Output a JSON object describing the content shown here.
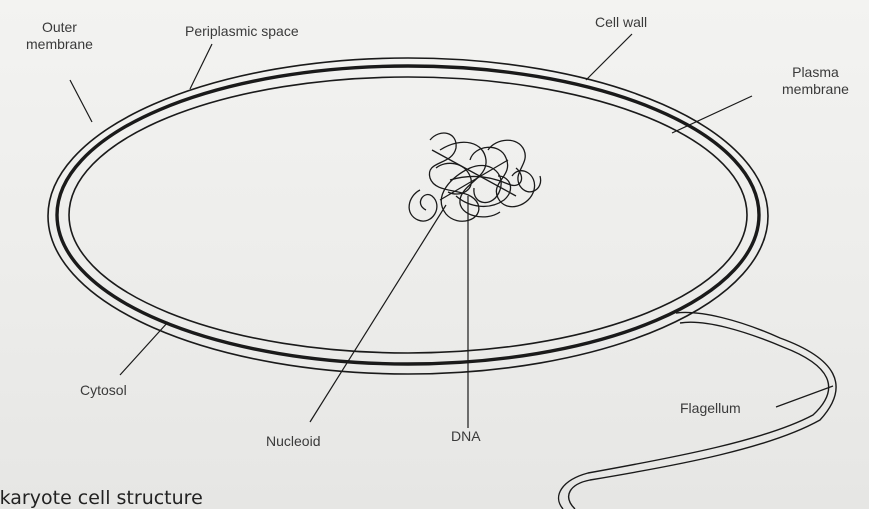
{
  "diagram": {
    "labels": {
      "outer_membrane_line1": "Outer",
      "outer_membrane_line2": "membrane",
      "periplasmic_space": "Periplasmic space",
      "cell_wall": "Cell wall",
      "plasma_membrane_line1": "Plasma",
      "plasma_membrane_line2": "membrane",
      "cytosol": "Cytosol",
      "nucleoid": "Nucleoid",
      "dna": "DNA",
      "flagellum": "Flagellum"
    },
    "caption": "okaryote cell structure"
  }
}
